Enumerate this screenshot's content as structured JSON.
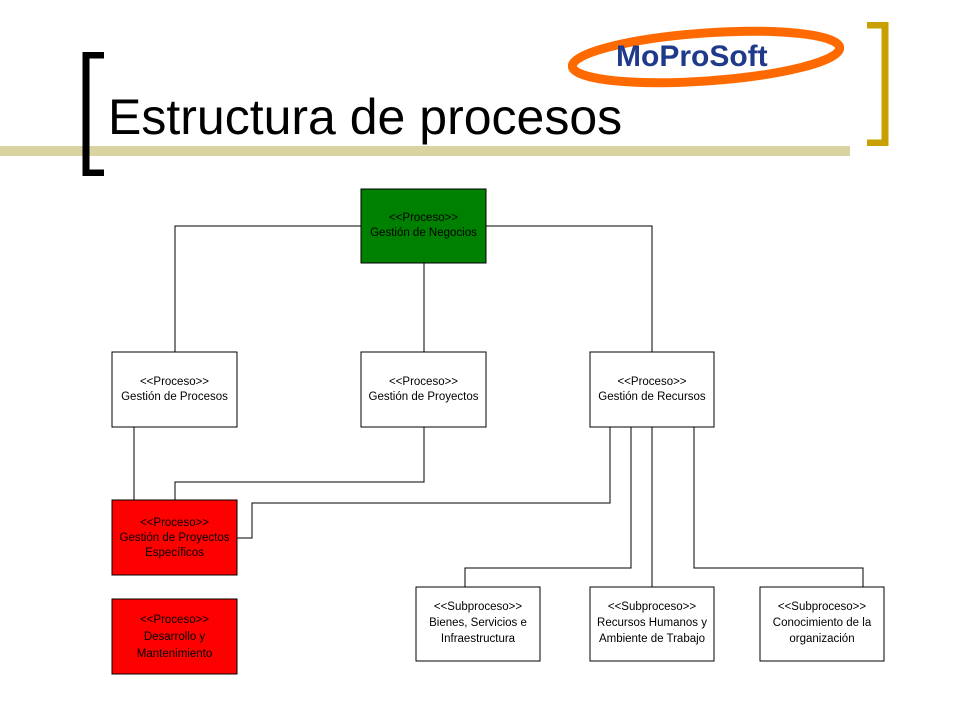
{
  "slide": {
    "title": "Estructura de procesos",
    "accent_color": "#d8d3a0",
    "bracket_left_color": "#000000",
    "bracket_right_color": "#c8a000"
  },
  "logo": {
    "text": "MoProSoft",
    "ring_color": "#ff6a00",
    "text_color": "#1f3a8a"
  },
  "diagram": {
    "nodes": {
      "negocios": {
        "lines": [
          "<<Proceso>>",
          "Gestión de Negocios"
        ],
        "fill": "#008000"
      },
      "procesos": {
        "lines": [
          "<<Proceso>>",
          "Gestión de Procesos"
        ],
        "fill": "#ffffff"
      },
      "proyectos": {
        "lines": [
          "<<Proceso>>",
          "Gestión de Proyectos"
        ],
        "fill": "#ffffff"
      },
      "recursos": {
        "lines": [
          "<<Proceso>>",
          "Gestión de Recursos"
        ],
        "fill": "#ffffff"
      },
      "especificos": {
        "lines": [
          "<<Proceso>>",
          "Gestión de Proyectos",
          "Específicos"
        ],
        "fill": "#ff0000"
      },
      "desarrollo": {
        "lines": [
          "<<Proceso>>",
          "Desarrollo y",
          "Mantenimiento"
        ],
        "fill": "#ff0000"
      },
      "bienes": {
        "lines": [
          "<<Subproceso>>",
          "Bienes, Servicios e",
          "Infraestructura"
        ],
        "fill": "#ffffff"
      },
      "rrhh": {
        "lines": [
          "<<Subproceso>>",
          "Recursos Humanos y",
          "Ambiente de Trabajo"
        ],
        "fill": "#ffffff"
      },
      "conocimiento": {
        "lines": [
          "<<Subproceso>>",
          "Conocimiento de la",
          "organización"
        ],
        "fill": "#ffffff"
      }
    }
  }
}
